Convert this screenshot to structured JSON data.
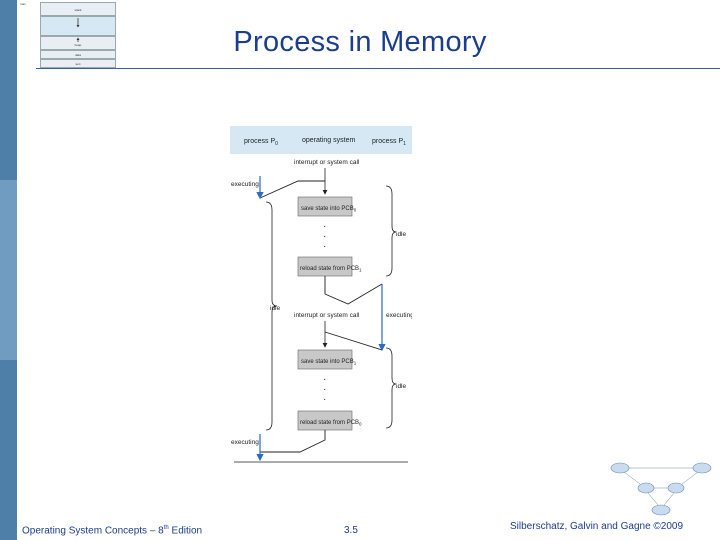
{
  "slide": {
    "title": "Process in Memory"
  },
  "memory_thumbnail": {
    "corner_label": "max",
    "blocks": [
      "stack",
      "",
      "heap",
      "data",
      "text"
    ]
  },
  "diagram": {
    "col_process_left": "process P",
    "col_process_left_sub": "0",
    "col_os": "operating system",
    "col_process_right": "process P",
    "col_process_right_sub": "1",
    "interrupt_1": "interrupt or system call",
    "interrupt_2": "interrupt or system call",
    "save_1_prefix": "save state into PCB",
    "save_1_sub": "0",
    "reload_1_prefix": "reload state from PCB",
    "reload_1_sub": "1",
    "save_2_prefix": "save state into PCB",
    "save_2_sub": "1",
    "reload_2_prefix": "reload state from PCB",
    "reload_2_sub": "0",
    "executing_top": "executing",
    "executing_bottom": "executing",
    "executing_right": "executing",
    "idle_left": "idle",
    "idle_right_top": "idle",
    "idle_right_bottom": "idle",
    "dots": "·"
  },
  "footer": {
    "book_prefix": "Operating System Concepts – 8",
    "book_sup": "th",
    "book_suffix": " Edition",
    "page_number": "3.5",
    "copyright": "Silberschatz, Galvin and Gagne ©2009"
  },
  "colors": {
    "title": "#1a3d8f",
    "sidebar": "#5f8fb4",
    "header_band": "#d6e8f4",
    "box_fill": "#c8c8c8",
    "arrow": "#2a6cc0"
  }
}
